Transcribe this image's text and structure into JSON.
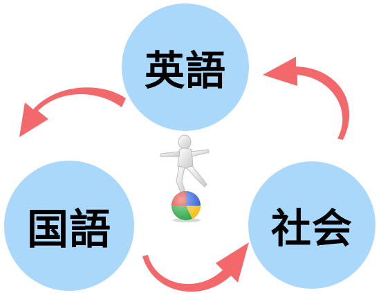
{
  "diagram": {
    "subjects": [
      {
        "id": "english",
        "label": "英語"
      },
      {
        "id": "japanese",
        "label": "国語"
      },
      {
        "id": "social-studies",
        "label": "社会"
      }
    ],
    "colors": {
      "circle_fill": "#a9d8fb",
      "arrow": "#f2686b",
      "arrow_shade": "#d94f55",
      "label": "#000000",
      "figure": "#ffffff",
      "ball_red": "#e03a2f",
      "ball_blue": "#2f5fd8",
      "ball_green": "#2faa4a",
      "ball_yellow": "#f4c21b"
    },
    "icons": {
      "arrow": "curved-arrow-icon",
      "figure": "balancing-person-icon",
      "ball": "beach-ball-icon"
    }
  }
}
